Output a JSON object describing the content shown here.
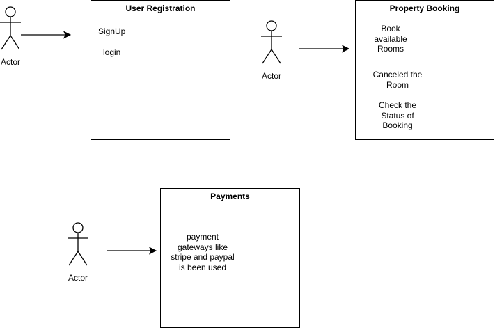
{
  "actors": [
    {
      "label": "Actor"
    },
    {
      "label": "Actor"
    },
    {
      "label": "Actor"
    }
  ],
  "boxes": {
    "user_registration": {
      "title": "User Registration",
      "items": [
        "SignUp",
        "login"
      ]
    },
    "property_booking": {
      "title": "Property Booking",
      "items": [
        "Book\navailable\nRooms",
        "Canceled the\nRoom",
        "Check the\nStatus of\nBooking"
      ]
    },
    "payments": {
      "title": "Payments",
      "items": [
        "payment\ngateways like\nstripe and paypal\nis been used"
      ]
    }
  },
  "colors": {
    "stroke": "#000000",
    "background": "#ffffff"
  }
}
